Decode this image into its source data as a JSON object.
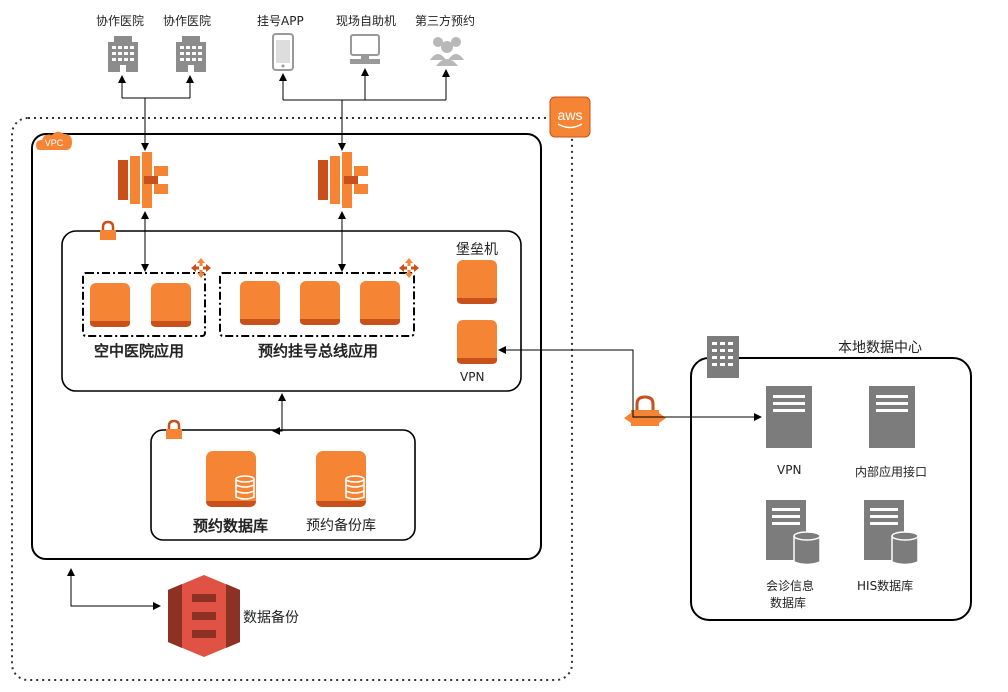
{
  "top_clients": {
    "coop_hospital_1": "协作医院",
    "coop_hospital_2": "协作医院",
    "app": "挂号APP",
    "kiosk": "现场自助机",
    "third_party": "第三方预约"
  },
  "aws": {
    "badge": "aws",
    "vpc_badge": "VPC"
  },
  "apps": {
    "air_hospital": "空中医院应用",
    "booking_bus": "预约挂号总线应用",
    "bastion": "堡垒机",
    "vpn": "VPN"
  },
  "databases": {
    "booking_db": "预约数据库",
    "booking_backup_db": "预约备份库"
  },
  "backup": {
    "label": "数据备份"
  },
  "datacenter": {
    "title": "本地数据中心",
    "vpn": "VPN",
    "internal_api": "内部应用接口",
    "consult_db_line1": "会诊信息",
    "consult_db_line2": "数据库",
    "his_db": "HIS数据库"
  },
  "colors": {
    "aws_orange": "#f58534",
    "aws_orange_dark": "#c8511b",
    "s3_red": "#e05243",
    "s3_red_dark": "#8c3123",
    "server_gray": "#7d7c7c",
    "icon_gray": "#8c8c8c",
    "line": "#000000"
  },
  "icons": {
    "coop_hospital": "office-building-icon",
    "app": "mobile-phone-icon",
    "kiosk": "desktop-computer-icon",
    "third_party": "users-group-icon",
    "load_balancer": "elastic-load-balancer-icon",
    "instance": "ec2-instance-icon",
    "auto_scaling": "auto-scaling-icon",
    "lock": "padlock-icon",
    "rds": "rds-database-icon",
    "s3": "s3-bucket-icon",
    "vpn_gateway": "vpn-gateway-icon",
    "server": "server-icon",
    "db_server": "database-server-icon",
    "datacenter": "corporate-datacenter-icon"
  }
}
